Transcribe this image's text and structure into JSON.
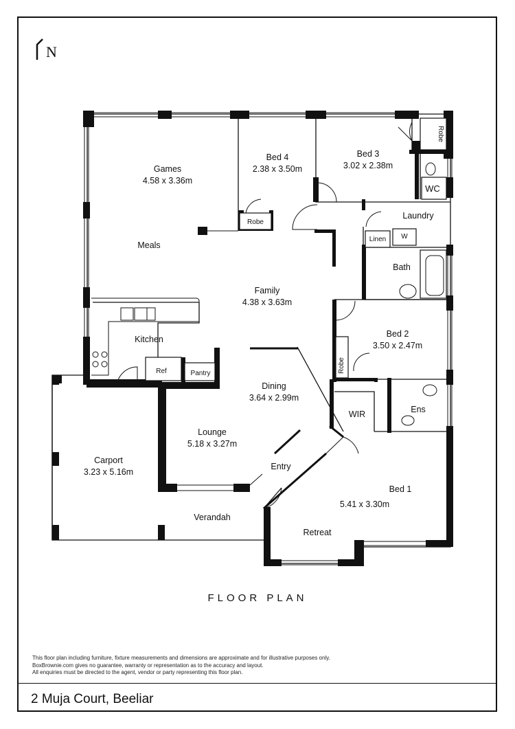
{
  "rooms": {
    "games": {
      "name": "Games",
      "dims": "4.58 x 3.36m"
    },
    "bed4": {
      "name": "Bed 4",
      "dims": "2.38 x 3.50m"
    },
    "bed3": {
      "name": "Bed 3",
      "dims": "3.02 x 2.38m"
    },
    "meals": {
      "name": "Meals"
    },
    "family": {
      "name": "Family",
      "dims": "4.38 x 3.63m"
    },
    "kitchen": {
      "name": "Kitchen"
    },
    "laundry": {
      "name": "Laundry"
    },
    "bath": {
      "name": "Bath"
    },
    "bed2": {
      "name": "Bed 2",
      "dims": "3.50 x 2.47m"
    },
    "dining": {
      "name": "Dining",
      "dims": "3.64 x 2.99m"
    },
    "lounge": {
      "name": "Lounge",
      "dims": "5.18 x 3.27m"
    },
    "carport": {
      "name": "Carport",
      "dims": "3.23 x 5.16m"
    },
    "entry": {
      "name": "Entry"
    },
    "verandah": {
      "name": "Verandah"
    },
    "bed1": {
      "name": "Bed 1",
      "dims": "5.41 x 3.30m"
    },
    "retreat": {
      "name": "Retreat"
    },
    "wir": {
      "name": "WIR"
    },
    "ens": {
      "name": "Ens"
    }
  },
  "fixtures": {
    "robe_top": "Robe",
    "wc": "WC",
    "robe_bed4": "Robe",
    "linen": "Linen",
    "washer": "W",
    "ref": "Ref",
    "pantry": "Pantry",
    "robe_bed2": "Robe"
  },
  "north_label": "N",
  "plan_title": "FLOOR PLAN",
  "disclaimer": [
    "This floor plan including furniture, fixture measurements and dimensions are approximate and for illustrative purposes only.",
    "BoxBrownie.com gives no guarantee, warranty or representation as to the accuracy and layout.",
    "All enquiries must be directed to the agent, vendor or party representing this floor plan."
  ],
  "address": "2 Muja Court, Beeliar"
}
